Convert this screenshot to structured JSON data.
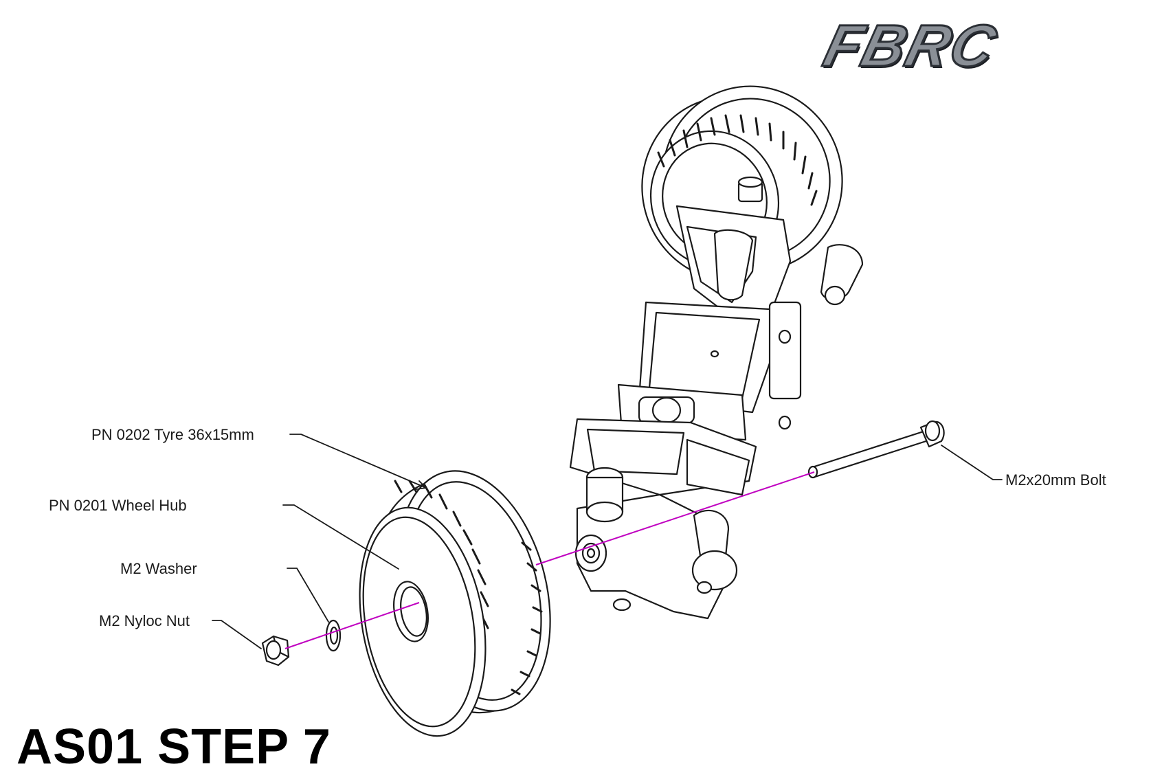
{
  "brand": {
    "logo_text": "FBRC"
  },
  "callouts": {
    "tyre": "PN 0202 Tyre 36x15mm",
    "wheel_hub": "PN 0201 Wheel Hub",
    "washer": "M2 Washer",
    "nyloc_nut": "M2 Nyloc Nut",
    "bolt": "M2x20mm Bolt"
  },
  "title": "AS01 STEP 7",
  "colors": {
    "line": "#1a1a1a",
    "axis": "#c000c0",
    "background": "#ffffff"
  }
}
